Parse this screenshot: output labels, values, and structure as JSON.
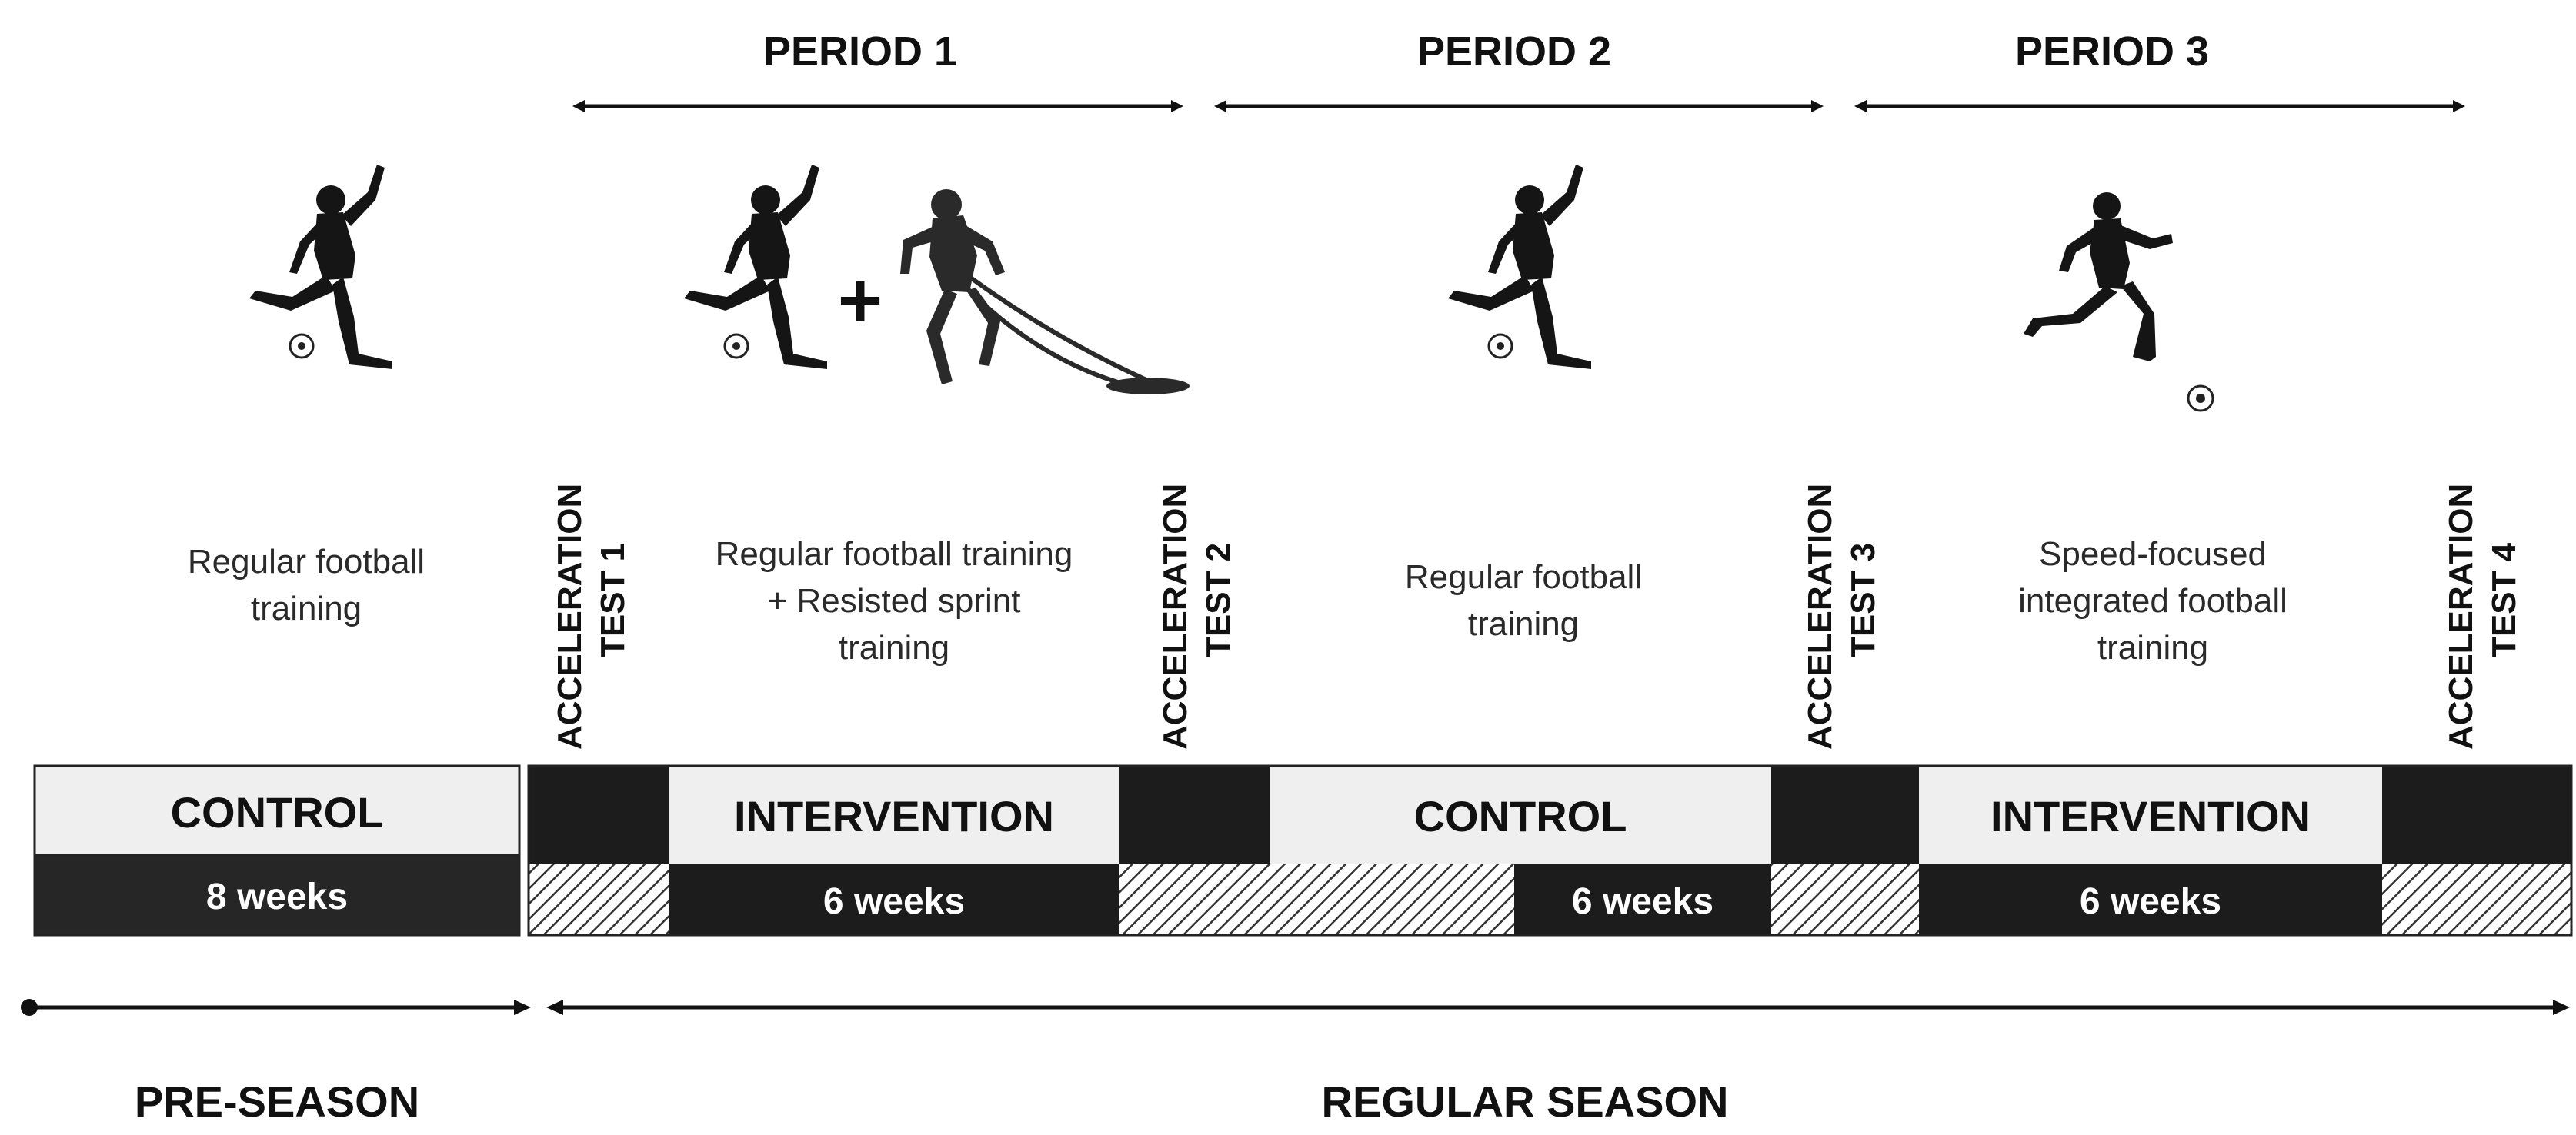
{
  "periods": [
    {
      "label": "PERIOD 1"
    },
    {
      "label": "PERIOD 2"
    },
    {
      "label": "PERIOD 3"
    }
  ],
  "descriptions": [
    {
      "lines": [
        "Regular football",
        "training"
      ]
    },
    {
      "lines": [
        "Regular football training",
        "+ Resisted sprint",
        "training"
      ]
    },
    {
      "lines": [
        "Regular football",
        "training"
      ]
    },
    {
      "lines": [
        "Speed-focused",
        "integrated football",
        "training"
      ]
    }
  ],
  "tests": [
    {
      "line1": "ACCELERATION",
      "line2": "TEST 1"
    },
    {
      "line1": "ACCELERATION",
      "line2": "TEST 2"
    },
    {
      "line1": "ACCELERATION",
      "line2": "TEST 3"
    },
    {
      "line1": "ACCELERATION",
      "line2": "TEST 4"
    }
  ],
  "blocks": [
    {
      "label": "CONTROL",
      "weeks": "8 weeks"
    },
    {
      "label": "INTERVENTION",
      "weeks": "6 weeks"
    },
    {
      "label": "CONTROL",
      "weeks": "6 weeks"
    },
    {
      "label": "INTERVENTION",
      "weeks": "6 weeks"
    }
  ],
  "plus_sign": "+",
  "seasons": {
    "pre": "PRE-SEASON",
    "regular": "REGULAR SEASON"
  },
  "icons": [
    "soccer-kick-icon",
    "resisted-sprint-icon",
    "sprinting-player-icon",
    "soccer-ball-icon"
  ],
  "colors": {
    "dark": "#1c1c1c",
    "light": "#efefef",
    "border": "#222222",
    "text": "#111111"
  }
}
